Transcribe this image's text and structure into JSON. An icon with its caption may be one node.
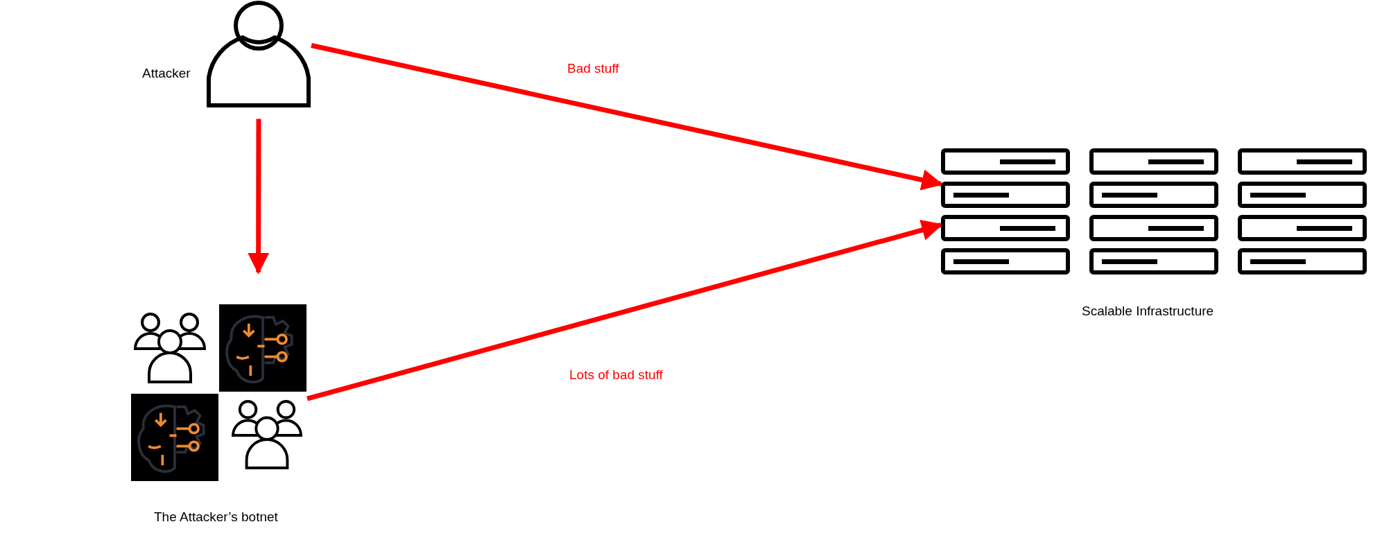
{
  "diagram": {
    "nodes": [
      {
        "text": [],
        "shape": "person",
        "beside": [
          "Attacker"
        ]
      },
      {
        "text": [],
        "shape": "picture",
        "beside": [
          "The Attacker’s botnet"
        ]
      },
      {
        "text": [],
        "shape": "picture",
        "beside": [
          "Scalable Infrastructure"
        ]
      }
    ],
    "edges": [
      {
        "from": 0,
        "to": 2,
        "arrow": "to",
        "label": "Bad stuff"
      },
      {
        "from": 1,
        "to": 2,
        "arrow": "to",
        "label": "Lots of bad stuff"
      },
      {
        "from": 0,
        "to": 1,
        "arrow": "to"
      }
    ]
  }
}
